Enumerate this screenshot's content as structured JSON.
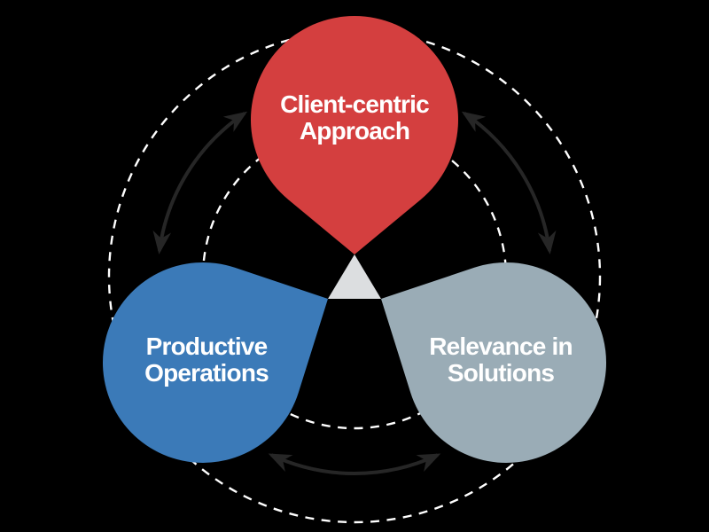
{
  "diagram": {
    "background_color": "#000000",
    "nodes": [
      {
        "line1": "Client-centric",
        "line2": "Approach",
        "color": "#d43f3f"
      },
      {
        "line1": "Productive",
        "line2": "Operations",
        "color": "#3b7ab8"
      },
      {
        "line1": "Relevance in",
        "line2": "Solutions",
        "color": "#9aacb6"
      }
    ],
    "label_color": "#ffffff",
    "center_triangle_color": "#dcdee0",
    "dashed_circle_color": "#ffffff",
    "arrow_color": "#262626"
  }
}
